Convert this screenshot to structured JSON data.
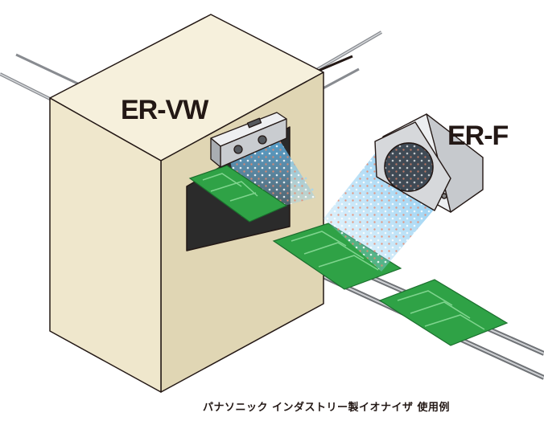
{
  "labels": {
    "er_vw": "ER-VW",
    "er_f": "ER-F"
  },
  "caption": "パナソニック インダストリー製イオナイザ 使用例",
  "colors": {
    "machine_front": "#efe7cc",
    "machine_side": "#e0d6b4",
    "machine_top": "#f6f0dc",
    "pcb": "#2fa246",
    "pcb_trace": "#7fd48e",
    "ion_beam": "#7cc6ee",
    "device_body": "#d6d8db",
    "outline": "#231815"
  },
  "icons": [
    "ionizer-bar-icon",
    "ionizer-fan-icon",
    "conveyor-icon",
    "pcb-board-icon"
  ]
}
